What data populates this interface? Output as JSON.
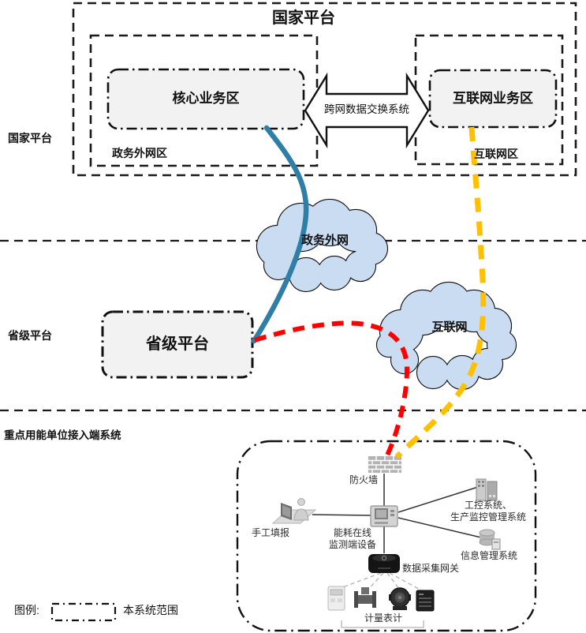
{
  "header": {
    "title": "国家平台"
  },
  "national": {
    "core_zone": "核心业务区",
    "exchange_system": "跨网数据交换系统",
    "internet_zone": "互联网业务区",
    "gov_extranet_area": "政务外网区",
    "internet_area": "互联网区"
  },
  "side_labels": {
    "national": "国家平台",
    "provincial": "省级平台",
    "enterprise": "重点用能单位接入端系统"
  },
  "clouds": {
    "gov": "政务外网",
    "internet": "互联网"
  },
  "provincial": {
    "box": "省级平台"
  },
  "access": {
    "firewall": "防火墙",
    "manual_entry": "手工填报",
    "monitor_device": "能耗在线\n监测端设备",
    "industrial_systems": "工控系统、\n生产监控管理系统",
    "info_system": "信息管理系统",
    "gateway": "数据采集网关",
    "meters": "计量表计"
  },
  "legend": {
    "label": "图例:",
    "scope": "本系统范围"
  },
  "colors": {
    "blue_link": "#2E7EA6",
    "yellow_link": "#FFC000",
    "red_link": "#FF0000",
    "cloud_fill": "#C9DCF2",
    "node_fill": "#F2F2F2"
  }
}
